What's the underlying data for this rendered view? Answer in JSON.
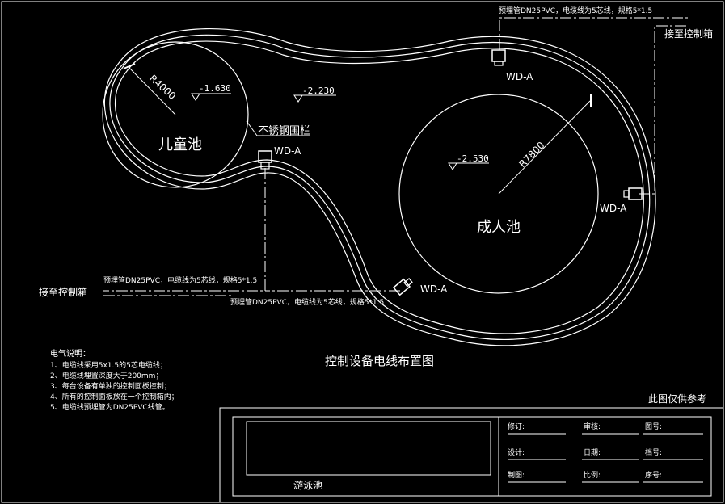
{
  "drawing": {
    "title": "控制设备电线布置图",
    "note_ref": "此图仅供参考"
  },
  "pools": {
    "child": {
      "name": "儿童池",
      "radius": "R4000",
      "level": "-1.630"
    },
    "adult": {
      "name": "成人池",
      "radius": "R7800",
      "level": "-2.530"
    },
    "deck_level": "-2.230",
    "railing": "不锈钢围栏"
  },
  "devices": [
    {
      "id": "dev-top",
      "label": "WD-A"
    },
    {
      "id": "dev-right",
      "label": "WD-A"
    },
    {
      "id": "dev-child",
      "label": "WD-A"
    },
    {
      "id": "dev-bottom",
      "label": "WD-A"
    }
  ],
  "conduits": {
    "top": {
      "spec": "预埋管DN25PVC，电缆线为5芯线，规格5*1.5",
      "dest": "接至控制箱"
    },
    "left": {
      "spec": "预埋管DN25PVC，电缆线为5芯线，规格5*1.5",
      "dest": "接至控制箱"
    },
    "bottom": {
      "spec": "预埋管DN25PVC，电缆线为5芯线，规格5*1.5"
    }
  },
  "notes": {
    "heading": "电气说明：",
    "items": [
      "1、电缆线采用5x1.5的5芯电缆线；",
      "2、电缆线埋置深度大于200mm；",
      "3、每台设备有单独的控制面板控制；",
      "4、所有的控制面板放在一个控制箱内；",
      "5、电缆线预埋管为DN25PVC线管。"
    ]
  },
  "title_block": {
    "project": "游泳池",
    "fields": [
      "修订:",
      "审核:",
      "图号:",
      "设计:",
      "日期:",
      "档号:",
      "制图:",
      "比例:",
      "序号:"
    ]
  },
  "colors": {
    "background": "#000000",
    "line": "#ffffff"
  }
}
